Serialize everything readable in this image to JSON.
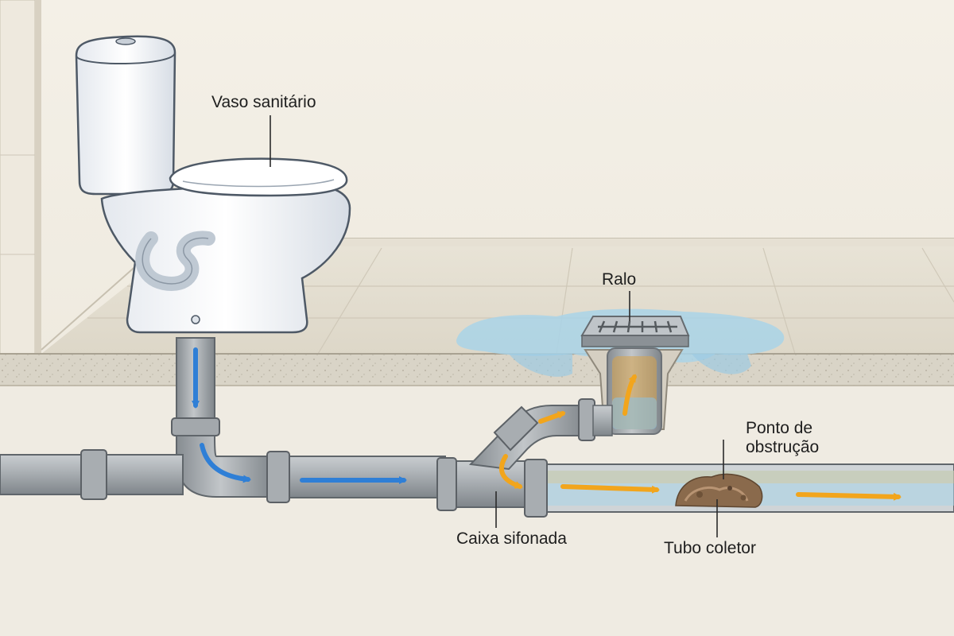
{
  "labels": {
    "toilet": "Vaso sanitário",
    "floor_drain": "Ralo",
    "blockage_line1": "Ponto de",
    "blockage_line2": "obstrução",
    "trap_box": "Caixa sifonada",
    "collector_pipe": "Tubo coletor"
  },
  "colors": {
    "clean_flow": "#2f7fd6",
    "dirty_flow": "#f2a51c",
    "water": "#a9d3e8",
    "pipe": "#a9aeb2",
    "blockage": "#8a6a4c"
  }
}
